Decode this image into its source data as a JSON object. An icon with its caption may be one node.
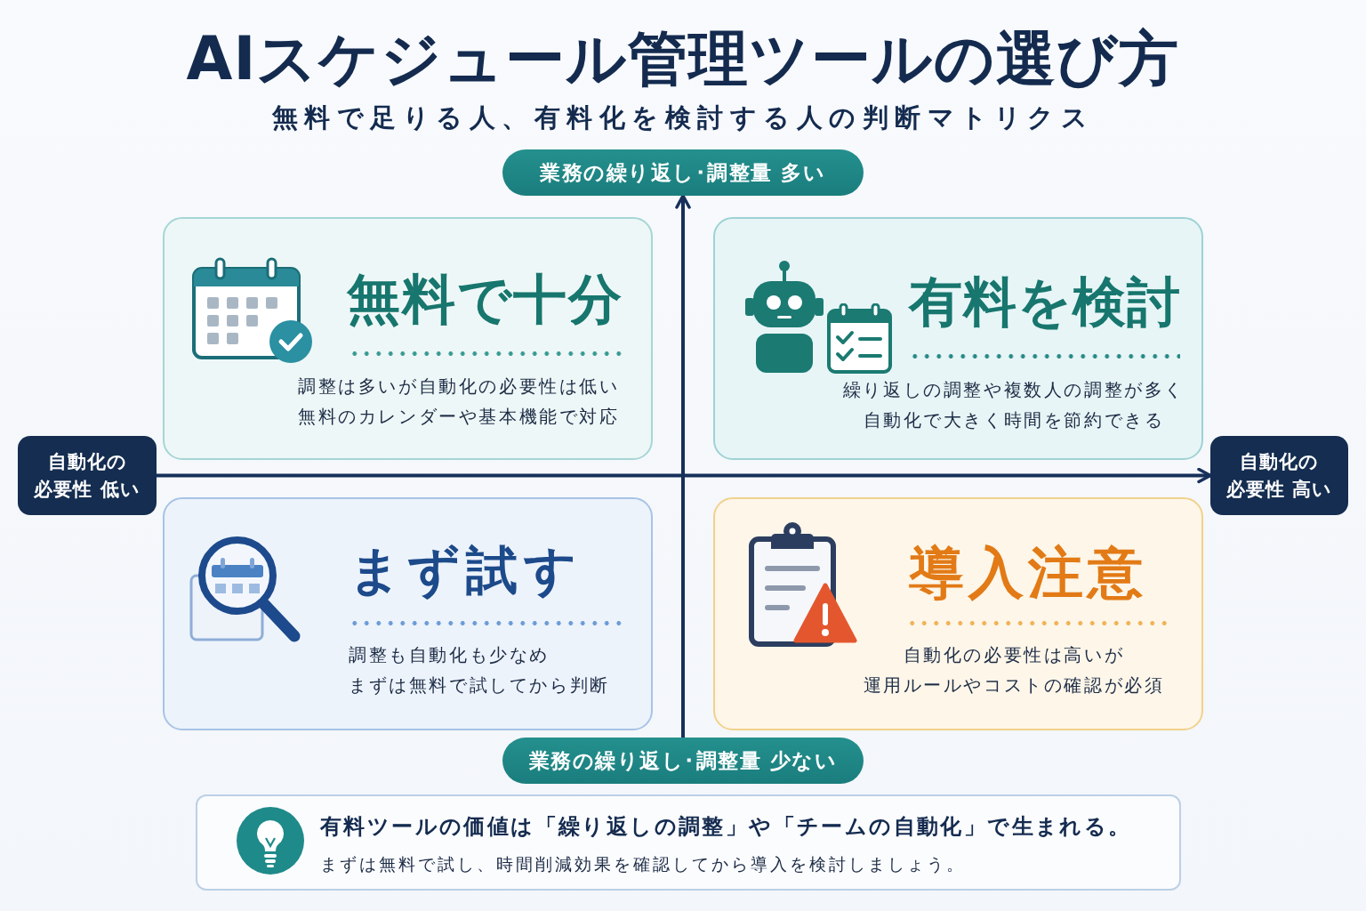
{
  "diagram": {
    "title": "AIスケジュール管理ツールの選び方",
    "nodes": [
      {
        "text": [
          "業務の繰り返し･調整量 多い"
        ]
      },
      {
        "text": [
          "無料で十分",
          "調整は多いが自動化の必要性は低い",
          "無料のカレンダーや基本機能で対応"
        ]
      },
      {
        "text": [
          "有料を検討",
          "繰り返しの調整や複数人の調整が多く",
          "自動化で大きく時間を節約できる"
        ]
      },
      {
        "text": [
          "自動化の",
          "必要性 低い"
        ]
      },
      {
        "text": [
          "自動化の",
          "必要性 高い"
        ]
      },
      {
        "text": [
          "まず試す",
          "調整も自動化も少なめ",
          "まずは無料で試してから判断"
        ]
      },
      {
        "text": [
          "導入注意",
          "自動化の必要性は高いが",
          "運用ルールやコストの確認が必須"
        ]
      },
      {
        "text": [
          "業務の繰り返し･調整量 少ない"
        ]
      },
      {
        "text": [
          "有料ツールの価値は「繰り返しの調整」や「チームの自動化」で生まれる。",
          "まずは無料で試し、時間削減効果を確認してから導入を検討しましょう。"
        ]
      }
    ],
    "edges": [
      {
        "from": 7,
        "to": 0,
        "arrow": "to"
      },
      {
        "from": 3,
        "to": 4,
        "arrow": "to"
      }
    ],
    "labels": [
      "無料で足りる人、有料化を検討する人の判断マトリクス"
    ]
  }
}
